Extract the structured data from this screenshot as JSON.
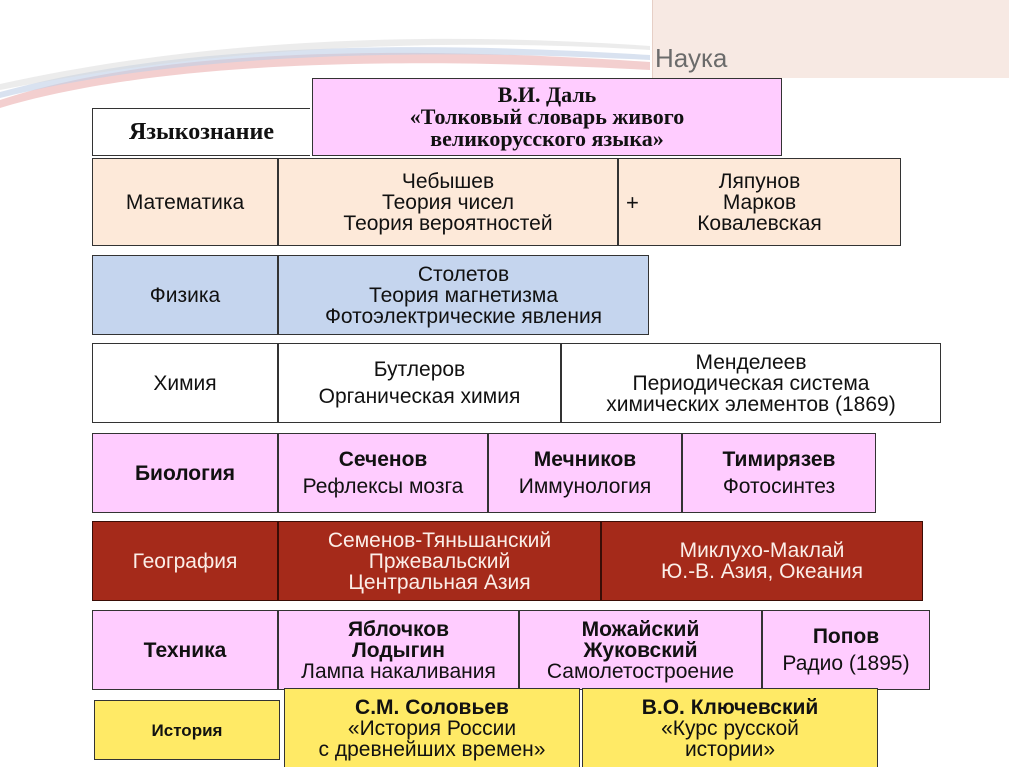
{
  "title": "Наука",
  "dal": [
    "В.И. Даль",
    "«Толковый словарь живого",
    "великорусского языка»"
  ],
  "linguistics": "Языкознание",
  "math": {
    "label": "Математика",
    "chebyshev": [
      "Чебышев",
      "Теория чисел",
      "Теория вероятностей"
    ],
    "plus": "+",
    "others": [
      "Ляпунов",
      "Марков",
      "Ковалевская"
    ]
  },
  "physics": {
    "label": "Физика",
    "stoletov": [
      "Столетов",
      "Теория магнетизма",
      "Фотоэлектрические явления"
    ]
  },
  "chemistry": {
    "label": "Химия",
    "butlerov": [
      "Бутлеров",
      "Органическая химия"
    ],
    "mendeleev": [
      "Менделеев",
      "Периодическая система",
      "химических элементов (1869)"
    ]
  },
  "biology": {
    "label": "Биология",
    "sechenov": [
      "Сеченов",
      "Рефлексы мозга"
    ],
    "mechnikov": [
      "Мечников",
      "Иммунология"
    ],
    "timiryazev": [
      "Тимирязев",
      "Фотосинтез"
    ]
  },
  "geography": {
    "label": "География",
    "semenov": [
      "Семенов-Тяньшанский",
      "Пржевальский",
      "Центральная Азия"
    ],
    "miklukho": [
      "Миклухо-Маклай",
      "Ю.-В. Азия, Океания"
    ]
  },
  "technology": {
    "label": "Техника",
    "yablochkov": [
      "Яблочков",
      "Лодыгин",
      "Лампа накаливания"
    ],
    "mozhaisky": [
      "Можайский",
      "Жуковский",
      "Самолетостроение"
    ],
    "popov": [
      "Попов",
      "Радио (1895)"
    ]
  },
  "history": {
    "label": "История",
    "solovyov": [
      "С.М. Соловьев",
      "«История России",
      "с древнейших времен»"
    ],
    "klyuchevsky": [
      "В.О. Ключевский",
      "«Курс русской",
      "истории»"
    ]
  }
}
